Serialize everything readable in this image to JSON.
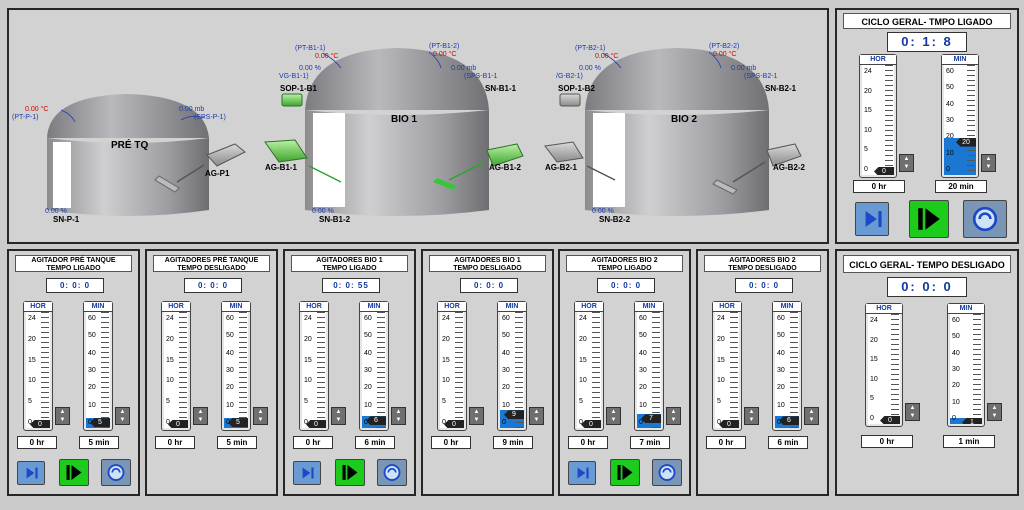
{
  "tanks": {
    "pre": {
      "title": "PRÉ TQ",
      "pt_label": "(PT-P-1)",
      "pt_value": "0.00 °C",
      "sps_label": "(SPS-P-1)",
      "sps_value": "0.00 mb",
      "sn_value": "0.00 %",
      "sn_label": "SN-P-1",
      "ag_label": "AG-P1"
    },
    "bio1": {
      "title": "BIO 1",
      "pt1_label": "(PT-B1-1)",
      "pt1_value": "0.00 °C",
      "pt2_label": "(PT-B1-2)",
      "pt2_value": "0.00 °C",
      "vg_value": "0.00 %",
      "vg_label": "VG-B1-1)",
      "sps_value": "0.00 mb",
      "sps_label": "(SPS-B1-1",
      "sop_label": "SOP-1-B1",
      "sn_right": "SN-B1-1",
      "ag1_label": "AG-B1-1",
      "ag2_label": "AG-B1-2",
      "sn_value": "0.00 %",
      "sn_label": "SN-B1-2"
    },
    "bio2": {
      "title": "BIO 2",
      "pt1_label": "(PT-B2-1)",
      "pt1_value": "0.00 °C",
      "pt2_label": "(PT-B2-2)",
      "pt2_value": "0.00 °C",
      "vg_value": "0.00 %",
      "vg_label": "/G-B2-1)",
      "sps_value": "0.00 mb",
      "sps_label": "(SPS-B2-1",
      "sop_label": "SOP-1-B2",
      "sn_right": "SN-B2-1",
      "ag1_label": "AG-B2-1",
      "ag2_label": "AG-B2-2",
      "sn_value": "0.00 %",
      "sn_label": "SN-B2-2"
    }
  },
  "icons": [
    "dome-tank-icon",
    "agitator-icon",
    "motor-pump-icon",
    "step-play-icon",
    "run-icon",
    "cycle-icon",
    "spin-up-icon",
    "spin-down-icon"
  ],
  "colors": {
    "fill": "#1a78d2",
    "run": "#1ccb1c",
    "play": "#6a9ad4",
    "clock_text": "#1238a0"
  },
  "timers": [
    {
      "title1": "AGITADOR PRÉ TANQUE",
      "title2": "TEMPO LIGADO",
      "clock": "0:  0:  0",
      "hor_label": "HOR",
      "min_label": "MIN",
      "hor_ticks": [
        "24",
        "20",
        "15",
        "10",
        "5",
        "0"
      ],
      "min_ticks": [
        "60",
        "50",
        "40",
        "30",
        "20",
        "10",
        "0"
      ],
      "hor_value": 0,
      "min_value": 5,
      "hor_text": "0 hr",
      "min_text": "5 min",
      "buttons": true
    },
    {
      "title1": "AGITADORES PRÉ TANQUE",
      "title2": "TEMPO DESLIGADO",
      "clock": "0:  0:  0",
      "hor_label": "HOR",
      "min_label": "MIN",
      "hor_ticks": [
        "24",
        "20",
        "15",
        "10",
        "5",
        "0"
      ],
      "min_ticks": [
        "60",
        "50",
        "40",
        "30",
        "20",
        "10",
        "0"
      ],
      "hor_value": 0,
      "min_value": 5,
      "hor_text": "0 hr",
      "min_text": "5 min",
      "buttons": false
    },
    {
      "title1": "AGITADORES BIO 1",
      "title2": "TEMPO LIGADO",
      "clock": "0:  0:  55",
      "hor_label": "HOR",
      "min_label": "MIN",
      "hor_ticks": [
        "24",
        "20",
        "15",
        "10",
        "5",
        "0"
      ],
      "min_ticks": [
        "60",
        "50",
        "40",
        "30",
        "20",
        "10",
        "0"
      ],
      "hor_value": 0,
      "min_value": 6,
      "hor_text": "0 hr",
      "min_text": "6 min",
      "buttons": true
    },
    {
      "title1": "AGITADORES BIO 1",
      "title2": "TEMPO DESLIGADO",
      "clock": "0:  0:  0",
      "hor_label": "HOR",
      "min_label": "MIN",
      "hor_ticks": [
        "24",
        "20",
        "15",
        "10",
        "5",
        "0"
      ],
      "min_ticks": [
        "60",
        "50",
        "40",
        "30",
        "20",
        "10",
        "0"
      ],
      "hor_value": 0,
      "min_value": 9,
      "hor_text": "0 hr",
      "min_text": "9 min",
      "buttons": false
    },
    {
      "title1": "AGITADORES BIO 2",
      "title2": "TEMPO LIGADO",
      "clock": "0:  0:  0",
      "hor_label": "HOR",
      "min_label": "MIN",
      "hor_ticks": [
        "24",
        "20",
        "15",
        "10",
        "5",
        "0"
      ],
      "min_ticks": [
        "60",
        "50",
        "40",
        "30",
        "20",
        "10",
        "0"
      ],
      "hor_value": 0,
      "min_value": 7,
      "hor_text": "0 hr",
      "min_text": "7 min",
      "buttons": true
    },
    {
      "title1": "AGITADORES BIO 2",
      "title2": "TEMPO DESLIGADO",
      "clock": "0:  0:  0",
      "hor_label": "HOR",
      "min_label": "MIN",
      "hor_ticks": [
        "24",
        "20",
        "15",
        "10",
        "5",
        "0"
      ],
      "min_ticks": [
        "60",
        "50",
        "40",
        "30",
        "20",
        "10",
        "0"
      ],
      "hor_value": 0,
      "min_value": 6,
      "hor_text": "0 hr",
      "min_text": "6 min",
      "buttons": false
    }
  ],
  "cycle_on": {
    "title": "CICLO GERAL- TMPO LIGADO",
    "clock": "0: 1:  8",
    "hor_label": "HOR",
    "min_label": "MIN",
    "hor_ticks": [
      "24",
      "20",
      "15",
      "10",
      "5",
      "0"
    ],
    "min_ticks": [
      "60",
      "50",
      "40",
      "30",
      "20",
      "10",
      "0"
    ],
    "hor_value": 0,
    "min_value": 20,
    "hor_text": "0 hr",
    "min_text": "20 min"
  },
  "cycle_off": {
    "title": "CICLO GERAL- TEMPO DESLIGADO",
    "clock": "0: 0:  0",
    "hor_label": "HOR",
    "min_label": "MIN",
    "hor_ticks": [
      "24",
      "20",
      "15",
      "10",
      "5",
      "0"
    ],
    "min_ticks": [
      "60",
      "50",
      "40",
      "30",
      "20",
      "10",
      "0"
    ],
    "hor_value": 0,
    "min_value": 1,
    "hor_text": "0 hr",
    "min_text": "1 min"
  }
}
